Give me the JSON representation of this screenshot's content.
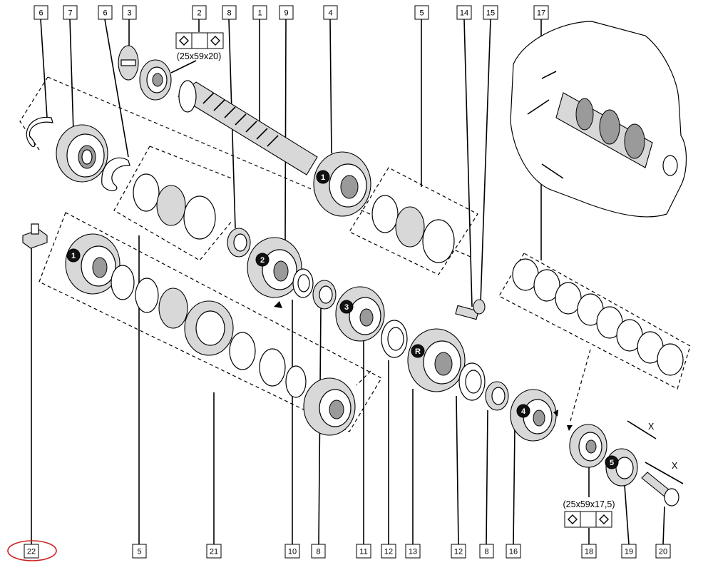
{
  "callouts": {
    "c1": "6",
    "c2": "7",
    "c3": "6",
    "c4": "3",
    "c5": "2",
    "c6": "8",
    "c7": "1",
    "c8": "9",
    "c9": "4",
    "c10": "5",
    "c11": "14",
    "c12": "15",
    "c13": "17",
    "b1": "22",
    "b2": "5",
    "b3": "21",
    "b4": "10",
    "b5": "8",
    "b6": "11",
    "b7": "12",
    "b8": "13",
    "b9": "12",
    "b10": "8",
    "b11": "16",
    "b12": "18",
    "b13": "19",
    "b14": "20"
  },
  "gear_badges": {
    "g1": "1",
    "g2": "1",
    "g3": "2",
    "g4": "3",
    "g5": "R",
    "g6": "4",
    "g7": "5"
  },
  "specs": {
    "top_bearing": "(25x59x20)",
    "bottom_bearing": "(25x59x17,5)"
  },
  "dimension_label": "X",
  "highlight_color": "#cc2222"
}
